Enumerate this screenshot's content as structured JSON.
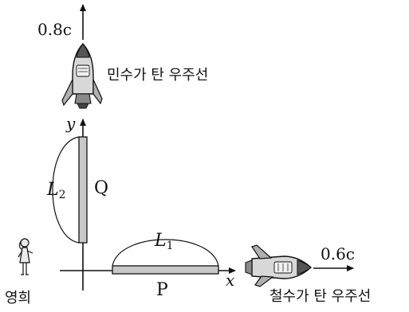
{
  "axes": {
    "x_label": "x",
    "y_label": "y"
  },
  "rod_p": {
    "name": "P",
    "length_label": "L",
    "length_sub": "1"
  },
  "rod_q": {
    "name": "Q",
    "length_label": "L",
    "length_sub": "2"
  },
  "minsu_ship": {
    "caption": "민수가 탄 우주선",
    "speed": "0.8c"
  },
  "cheolsu_ship": {
    "caption": "철수가 탄 우주선",
    "speed": "0.6c"
  },
  "observer": {
    "name": "영희"
  },
  "colors": {
    "rod_fill": "#c8c8c8",
    "ink": "#111111",
    "ship_body": "#d8d8d8"
  }
}
